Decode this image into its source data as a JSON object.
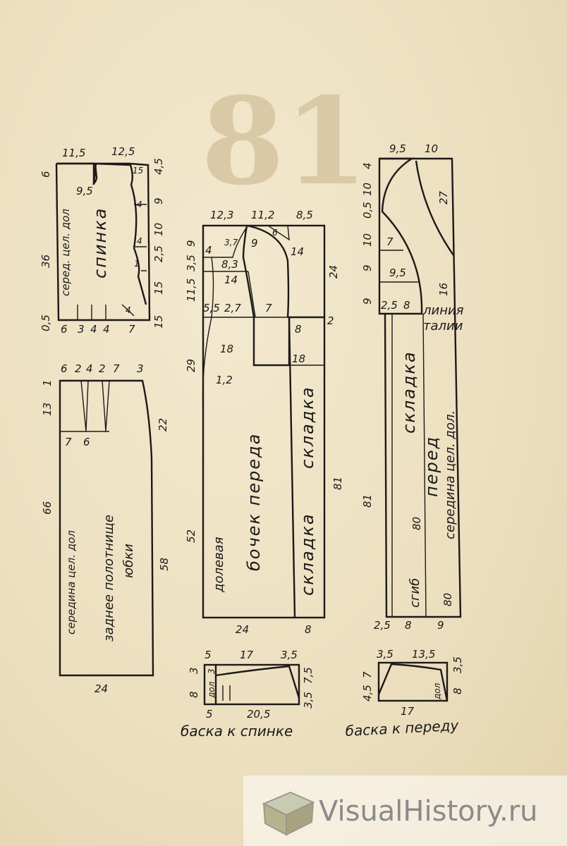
{
  "back": {
    "top": [
      "11,5",
      "12,5"
    ],
    "left": [
      "6",
      "36",
      "0,5"
    ],
    "right": [
      "4,5",
      "9",
      "10",
      "2,5",
      "15",
      "15"
    ],
    "inner": [
      "9,5",
      "15",
      "4",
      "4",
      "1",
      "4"
    ],
    "center_line": "серед. цел. дол",
    "name": "спинка",
    "bottom": [
      "6",
      "3",
      "4",
      "4",
      "7"
    ]
  },
  "skirt": {
    "top": [
      "6",
      "2",
      "4",
      "2",
      "7",
      "3"
    ],
    "left": [
      "1",
      "13",
      "66"
    ],
    "right": [
      "22",
      "58"
    ],
    "inner": [
      "7",
      "6"
    ],
    "center_line": "середина цел. дол",
    "name_1": "заднее полотнище",
    "name_2": "юбки",
    "bottom": "24"
  },
  "front_side": {
    "top": [
      "12,3",
      "11,2",
      "8,5"
    ],
    "left": [
      "9",
      "3,5",
      "11,5",
      "29",
      "52"
    ],
    "right": [
      "24",
      "2",
      "81"
    ],
    "inner": [
      "4",
      "3,7",
      "9",
      "6",
      "14",
      "8,3",
      "14",
      "5,5",
      "2,7",
      "7",
      "8",
      "18",
      "18",
      "1,2"
    ],
    "grain": "долевая",
    "name": "бочек переда",
    "fold": "складка",
    "bottom": [
      "24",
      "8"
    ]
  },
  "front": {
    "top": [
      "9,5",
      "10"
    ],
    "left": [
      "4",
      "10",
      "0,5",
      "10",
      "9",
      "9",
      "81"
    ],
    "inner": [
      "27",
      "7",
      "9,5",
      "16",
      "2,5",
      "8",
      "80",
      "80"
    ],
    "waist_1": "линия",
    "waist_2": "талии",
    "fold": "складка",
    "name": "перед",
    "center_line": "середина цел. дол.",
    "bend": "сгиб",
    "bottom": [
      "2,5",
      "8",
      "9"
    ]
  },
  "back_peplum": {
    "top": [
      "5",
      "17",
      "3,5"
    ],
    "left": [
      "3",
      "8"
    ],
    "right": [
      "7,5",
      "3,5"
    ],
    "inner": [
      "3",
      "дол"
    ],
    "bottom": [
      "5",
      "20,5"
    ],
    "caption": "баска к спинке"
  },
  "front_peplum": {
    "top": [
      "3,5",
      "13,5"
    ],
    "left": [
      "7",
      "4,5"
    ],
    "right": [
      "3,5",
      "8"
    ],
    "inner": "дол",
    "bottom": "17",
    "caption": "баска к переду"
  },
  "watermark": "VisualHistory.ru"
}
